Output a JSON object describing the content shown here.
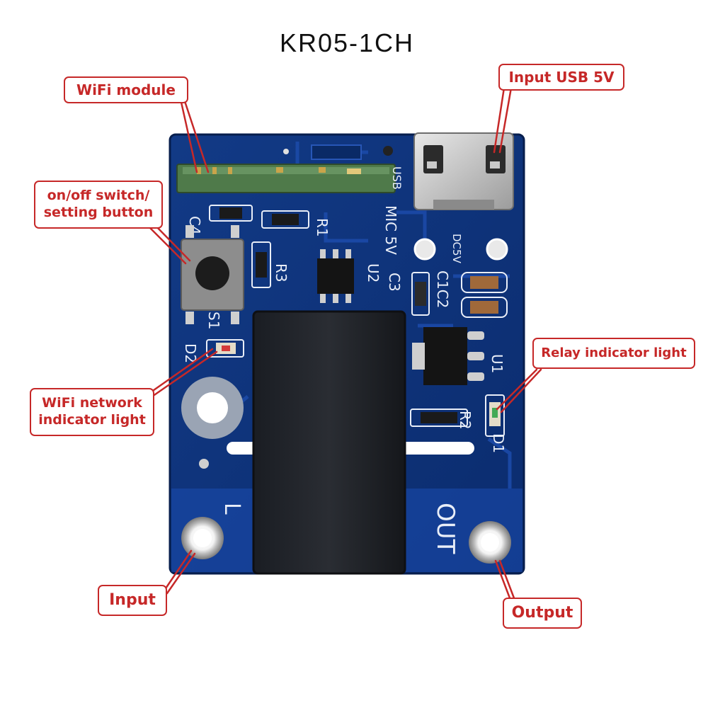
{
  "title": "KR05-1CH",
  "callouts": {
    "wifi_module": "WiFi module",
    "input_usb": "Input USB 5V",
    "switch_line1": "on/off switch/",
    "switch_line2": "setting button",
    "relay_indicator": "Relay indicator light",
    "wifi_indicator_line1": "WiFi network",
    "wifi_indicator_line2": "indicator light",
    "input": "Input",
    "output": "Output"
  },
  "board_silkscreen": [
    "C4",
    "R1",
    "R3",
    "S1",
    "D2",
    "U2",
    "C3",
    "C1C2",
    "U1",
    "R2",
    "D1",
    "MIC 5V",
    "USB",
    "DC5V",
    "L",
    "OUT"
  ],
  "colors": {
    "callout_red": "#c62828",
    "pcb_blue": "#123a86",
    "wifi_module_green": "#4f7a4a",
    "relay_black": "#1a1d23"
  }
}
